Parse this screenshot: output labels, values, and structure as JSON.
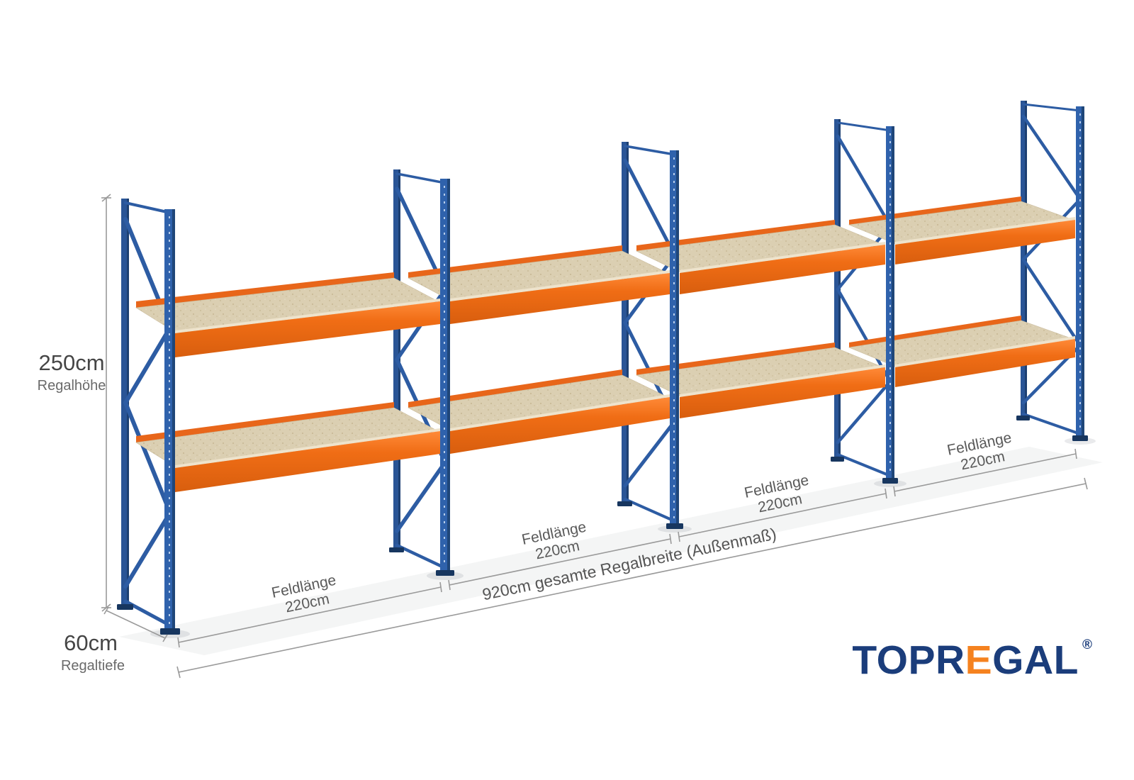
{
  "rack": {
    "levels": 2,
    "bays": 4,
    "upright_frames": 5
  },
  "dimensions": {
    "height": {
      "value": "250cm",
      "label": "Regalhöhe"
    },
    "depth": {
      "value": "60cm",
      "label": "Regaltiefe"
    },
    "bays": [
      {
        "label": "Feldlänge",
        "value": "220cm"
      },
      {
        "label": "Feldlänge",
        "value": "220cm"
      },
      {
        "label": "Feldlänge",
        "value": "220cm"
      },
      {
        "label": "Feldlänge",
        "value": "220cm"
      }
    ],
    "total_width": {
      "label": "920cm gesamte Regalbreite (Außenmaß)"
    }
  },
  "logo": {
    "part1": "TOPR",
    "part2": "E",
    "part3": "GAL",
    "registered": "®"
  },
  "colors": {
    "frame_blue": "#2f62ac",
    "beam_orange": "#f06d15",
    "shelf_board": "#dbcfb2",
    "logo_blue": "#1b3d7b",
    "logo_orange": "#f5821f",
    "dimension_line": "#9a9a9a",
    "dimension_value_text": "#454545",
    "dimension_label_text": "#6a6a6a"
  }
}
